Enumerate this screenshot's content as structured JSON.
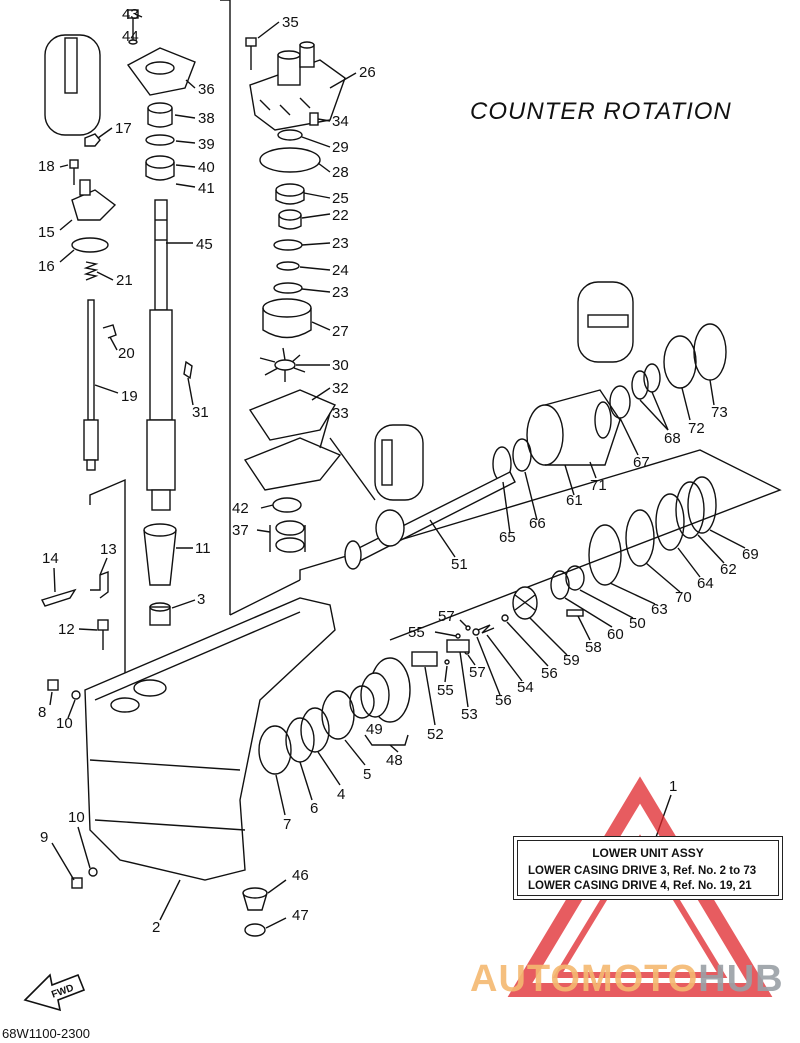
{
  "title": "COUNTER ROTATION",
  "part_code": "68W1100-2300",
  "info_box": {
    "heading": "LOWER UNIT ASSY",
    "line1": "LOWER CASING DRIVE 3, Ref. No. 2 to 73",
    "line2": "LOWER CASING DRIVE 4, Ref. No. 19, 21"
  },
  "fwd_label": "FWD",
  "watermark": {
    "part1": "AUTOMOTO",
    "part2": "HUB"
  },
  "callouts": [
    {
      "id": "c43",
      "text": "43"
    },
    {
      "id": "c44",
      "text": "44"
    },
    {
      "id": "c36",
      "text": "36"
    },
    {
      "id": "c38",
      "text": "38"
    },
    {
      "id": "c39",
      "text": "39"
    },
    {
      "id": "c40",
      "text": "40"
    },
    {
      "id": "c41",
      "text": "41"
    },
    {
      "id": "c45",
      "text": "45"
    },
    {
      "id": "c17",
      "text": "17"
    },
    {
      "id": "c18",
      "text": "18"
    },
    {
      "id": "c15",
      "text": "15"
    },
    {
      "id": "c16",
      "text": "16"
    },
    {
      "id": "c21",
      "text": "21"
    },
    {
      "id": "c20",
      "text": "20"
    },
    {
      "id": "c19",
      "text": "19"
    },
    {
      "id": "c31",
      "text": "31"
    },
    {
      "id": "c35",
      "text": "35"
    },
    {
      "id": "c26",
      "text": "26"
    },
    {
      "id": "c34",
      "text": "34"
    },
    {
      "id": "c29",
      "text": "29"
    },
    {
      "id": "c28",
      "text": "28"
    },
    {
      "id": "c25",
      "text": "25"
    },
    {
      "id": "c22",
      "text": "22"
    },
    {
      "id": "c23a",
      "text": "23"
    },
    {
      "id": "c24",
      "text": "24"
    },
    {
      "id": "c23b",
      "text": "23"
    },
    {
      "id": "c27",
      "text": "27"
    },
    {
      "id": "c30",
      "text": "30"
    },
    {
      "id": "c32",
      "text": "32"
    },
    {
      "id": "c33",
      "text": "33"
    },
    {
      "id": "c42",
      "text": "42"
    },
    {
      "id": "c37",
      "text": "37"
    },
    {
      "id": "c11",
      "text": "11"
    },
    {
      "id": "c3",
      "text": "3"
    },
    {
      "id": "c14",
      "text": "14"
    },
    {
      "id": "c13",
      "text": "13"
    },
    {
      "id": "c12",
      "text": "12"
    },
    {
      "id": "c8",
      "text": "8"
    },
    {
      "id": "c10a",
      "text": "10"
    },
    {
      "id": "c73",
      "text": "73"
    },
    {
      "id": "c72",
      "text": "72"
    },
    {
      "id": "c68",
      "text": "68"
    },
    {
      "id": "c67",
      "text": "67"
    },
    {
      "id": "c71",
      "text": "71"
    },
    {
      "id": "c61",
      "text": "61"
    },
    {
      "id": "c66",
      "text": "66"
    },
    {
      "id": "c65",
      "text": "65"
    },
    {
      "id": "c51",
      "text": "51"
    },
    {
      "id": "c69",
      "text": "69"
    },
    {
      "id": "c62",
      "text": "62"
    },
    {
      "id": "c64",
      "text": "64"
    },
    {
      "id": "c70",
      "text": "70"
    },
    {
      "id": "c63",
      "text": "63"
    },
    {
      "id": "c50",
      "text": "50"
    },
    {
      "id": "c60",
      "text": "60"
    },
    {
      "id": "c58",
      "text": "58"
    },
    {
      "id": "c59",
      "text": "59"
    },
    {
      "id": "c56a",
      "text": "56"
    },
    {
      "id": "c54",
      "text": "54"
    },
    {
      "id": "c56b",
      "text": "56"
    },
    {
      "id": "c57a",
      "text": "57"
    },
    {
      "id": "c55a",
      "text": "55"
    },
    {
      "id": "c57b",
      "text": "57"
    },
    {
      "id": "c55b",
      "text": "55"
    },
    {
      "id": "c53",
      "text": "53"
    },
    {
      "id": "c52",
      "text": "52"
    },
    {
      "id": "c49",
      "text": "49"
    },
    {
      "id": "c48",
      "text": "48"
    },
    {
      "id": "c5",
      "text": "5"
    },
    {
      "id": "c4",
      "text": "4"
    },
    {
      "id": "c6",
      "text": "6"
    },
    {
      "id": "c7",
      "text": "7"
    },
    {
      "id": "c1",
      "text": "1"
    },
    {
      "id": "c10b",
      "text": "10"
    },
    {
      "id": "c9",
      "text": "9"
    },
    {
      "id": "c46",
      "text": "46"
    },
    {
      "id": "c47",
      "text": "47"
    },
    {
      "id": "c2",
      "text": "2"
    }
  ]
}
